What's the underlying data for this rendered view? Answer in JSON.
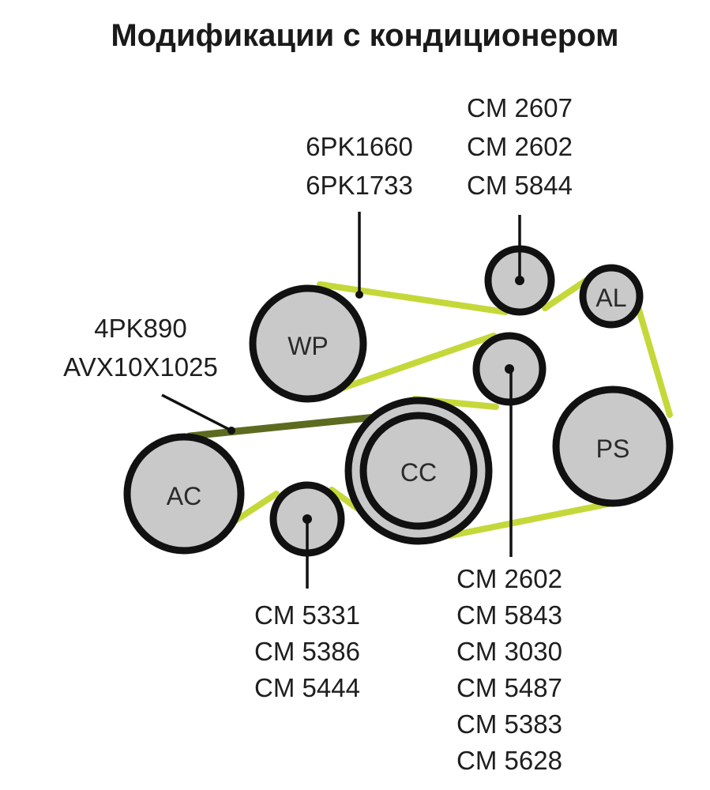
{
  "title": "Модификации с кондиционером",
  "colors": {
    "belt": "#c5d83a",
    "pulley_fill": "#c9c9c9",
    "outline": "#111111"
  },
  "pulleys": {
    "wp": "WP",
    "al": "AL",
    "ps": "PS",
    "cc": "CC",
    "ac": "AC"
  },
  "labels": {
    "idler_top": [
      "CM 2607",
      "CM 2602",
      "CM 5844"
    ],
    "main_belt": [
      "6PK1660",
      "6PK1733"
    ],
    "ac_belt": [
      "4PK890",
      "AVX10X1025"
    ],
    "idler_ac": [
      "CM 5331",
      "CM 5386",
      "CM 5444"
    ],
    "tensioner_mid": [
      "CM 2602",
      "CM 5843",
      "CM 3030",
      "CM 5487",
      "CM 5383",
      "CM 5628"
    ]
  }
}
